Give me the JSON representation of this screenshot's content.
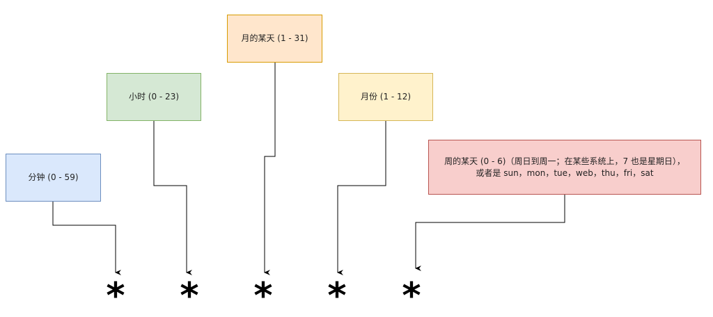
{
  "colors": {
    "minute_fill": "#dae8fc",
    "minute_stroke": "#6c8ebf",
    "hour_fill": "#d5e8d4",
    "hour_stroke": "#82b366",
    "day_fill": "#ffe6cc",
    "day_stroke": "#d79b00",
    "month_fill": "#fff2cc",
    "month_stroke": "#d6b656",
    "weekday_fill": "#f8cecc",
    "weekday_stroke": "#b85450",
    "connector": "#000000"
  },
  "boxes": {
    "minute": "分钟 (0 - 59)",
    "hour": "小时 (0 - 23)",
    "day_of_month": "月的某天 (1 - 31)",
    "month": "月份 (1 - 12)",
    "day_of_week_line1": "周的某天 (0 - 6)（周日到周一；在某些系统上，7 也是星期日），",
    "day_of_week_line2": "或者是 sun，mon，tue，web，thu，fri，sat"
  },
  "fields": {
    "minute": "*",
    "hour": "*",
    "day_of_month": "*",
    "month": "*",
    "day_of_week": "*"
  }
}
